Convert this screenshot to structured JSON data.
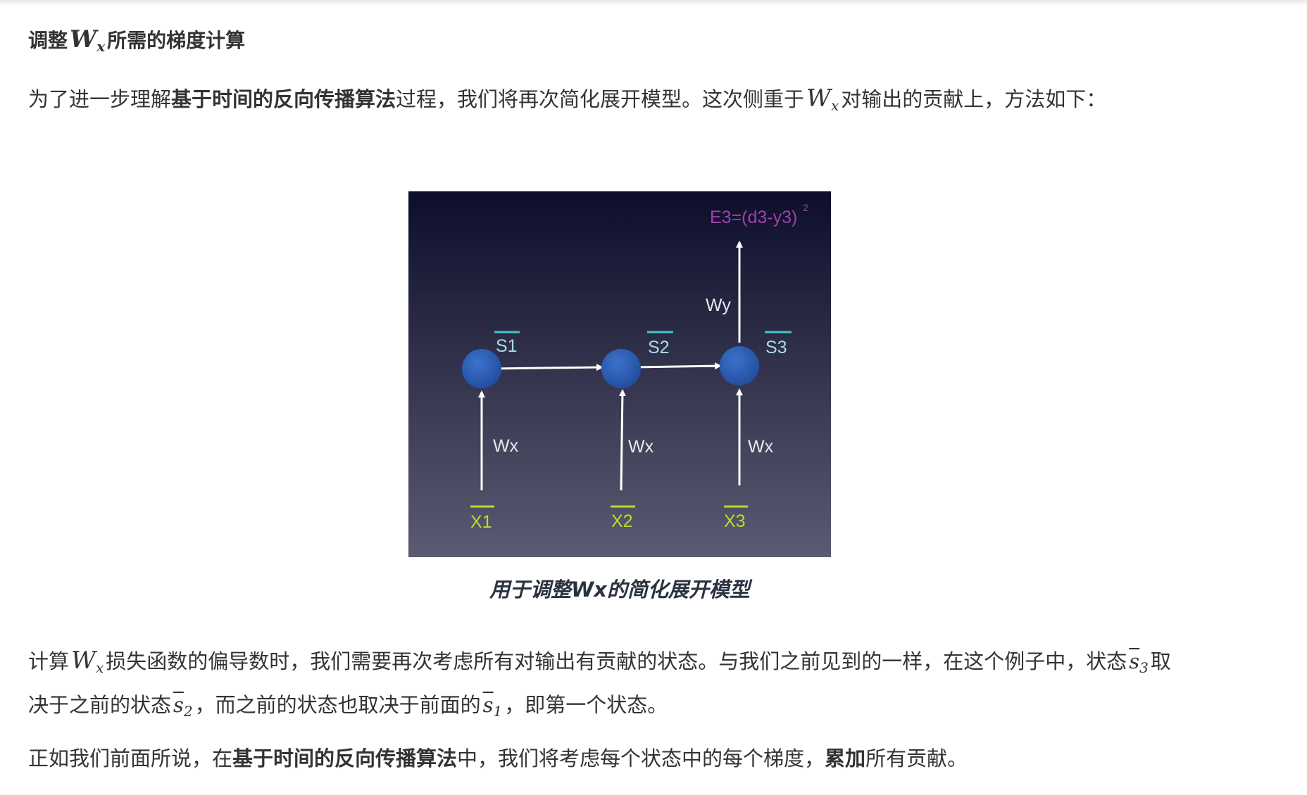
{
  "heading": {
    "pre": "调整",
    "math_base": "W",
    "math_sub": "x",
    "post": "所需的梯度计算"
  },
  "para1": {
    "t1": "为了进一步理解",
    "b1": "基于时间的反向传播算法",
    "t2": "过程，我们将再次简化展开模型。这次侧重于",
    "math_base": "W",
    "math_sub": "x",
    "t3": "对输出的贡献上，方法如下："
  },
  "figure": {
    "error_label": "E3=(d3-y3)",
    "error_exp": "2",
    "wy_label": "Wy",
    "states": [
      "S1",
      "S2",
      "S3"
    ],
    "weights": [
      "Wx",
      "Wx",
      "Wx"
    ],
    "inputs": [
      "X1",
      "X2",
      "X3"
    ],
    "colors": {
      "bg_top": "#0d0e2a",
      "bg_bottom": "#5b5a72",
      "node": "#2e5fb8",
      "state_label": "#a9dbe8",
      "state_bar": "#44c7c7",
      "input_label": "#b8dd2c",
      "error_label": "#a040b0",
      "arrow": "#ffffff"
    }
  },
  "caption": "用于调整Wx的简化展开模型",
  "para2": {
    "t1": "计算",
    "math_base": "W",
    "math_sub": "x",
    "t2": "损失函数的偏导数时，我们需要再次考虑所有对输出有贡献的状态。与我们之前见到的一样，在这个例子中，状态",
    "s3_base": "s",
    "s3_sub": "3",
    "t3": "取决于之前的状态",
    "s2_base": "s",
    "s2_sub": "2",
    "t4": "，而之前的状态也取决于前面的",
    "s1_base": "s",
    "s1_sub": "1",
    "t5": "，即第一个状态。"
  },
  "para3": {
    "t1": "正如我们前面所说，在",
    "b1": "基于时间的反向传播算法",
    "t2": "中，我们将考虑每个状态中的每个梯度，",
    "b2": "累加",
    "t3": "所有贡献。"
  }
}
